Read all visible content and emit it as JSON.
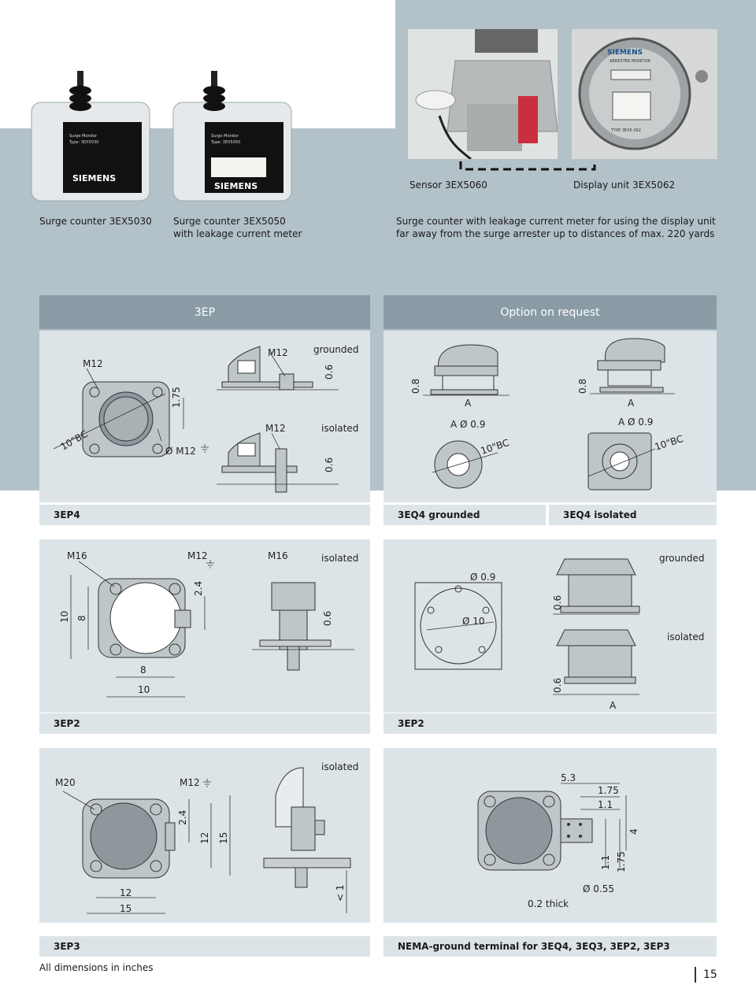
{
  "top": {
    "photo_captions": {
      "sensor": "Sensor 3EX5060",
      "display": "Display unit 3EX5062"
    },
    "captions": {
      "c1": "Surge counter 3EX5030",
      "c2_line1": "Surge counter 3EX5050",
      "c2_line2": "with leakage current meter",
      "c3_line1": "Surge counter with leakage current meter for using the display unit",
      "c3_line2": "far away from the surge arrester up to distances of max. 220 yards"
    },
    "photo_text": {
      "brand": "SIEMENS",
      "label_a1": "Surge Monitor",
      "label_a2": "Type: 3EX5030",
      "label_b1": "Surge Monitor",
      "label_b2": "Type: 3EX5050",
      "display_title": "ARRESTER MONITOR",
      "display_type": "TYPE 3EX5 062"
    }
  },
  "headers": {
    "left": "3EP",
    "right": "Option on request"
  },
  "bars": {
    "r1_left": "3EP4",
    "r1_mid": "3EQ4 grounded",
    "r1_right": "3EQ4 isolated",
    "r2_left": "3EP2",
    "r2_right": "3EP2",
    "r3_left": "3EP3",
    "r3_right": "NEMA-ground terminal for 3EQ4, 3EQ3, 3EP2, 3EP3"
  },
  "dims": {
    "m12": "M12",
    "m16": "M16",
    "m20": "M20",
    "grounded": "grounded",
    "isolated": "isolated",
    "d06": "0.6",
    "d08": "0.8",
    "d175": "1.75",
    "d10bc": "10\"BC",
    "dm12": "Ø M12",
    "a": "A",
    "ad09": "A Ø 0.9",
    "d09": "Ø 0.9",
    "d10dia": "Ø 10",
    "d10": "10",
    "d8": "8",
    "d24": "2.4",
    "d12": "12",
    "d15": "15",
    "d53": "5.3",
    "d11": "1.1",
    "d4": "4",
    "d055": "Ø 0.55",
    "d02": "0.2 thick",
    "lt1": "< 1"
  },
  "footer": {
    "note": "All dimensions in inches",
    "page": "15"
  }
}
